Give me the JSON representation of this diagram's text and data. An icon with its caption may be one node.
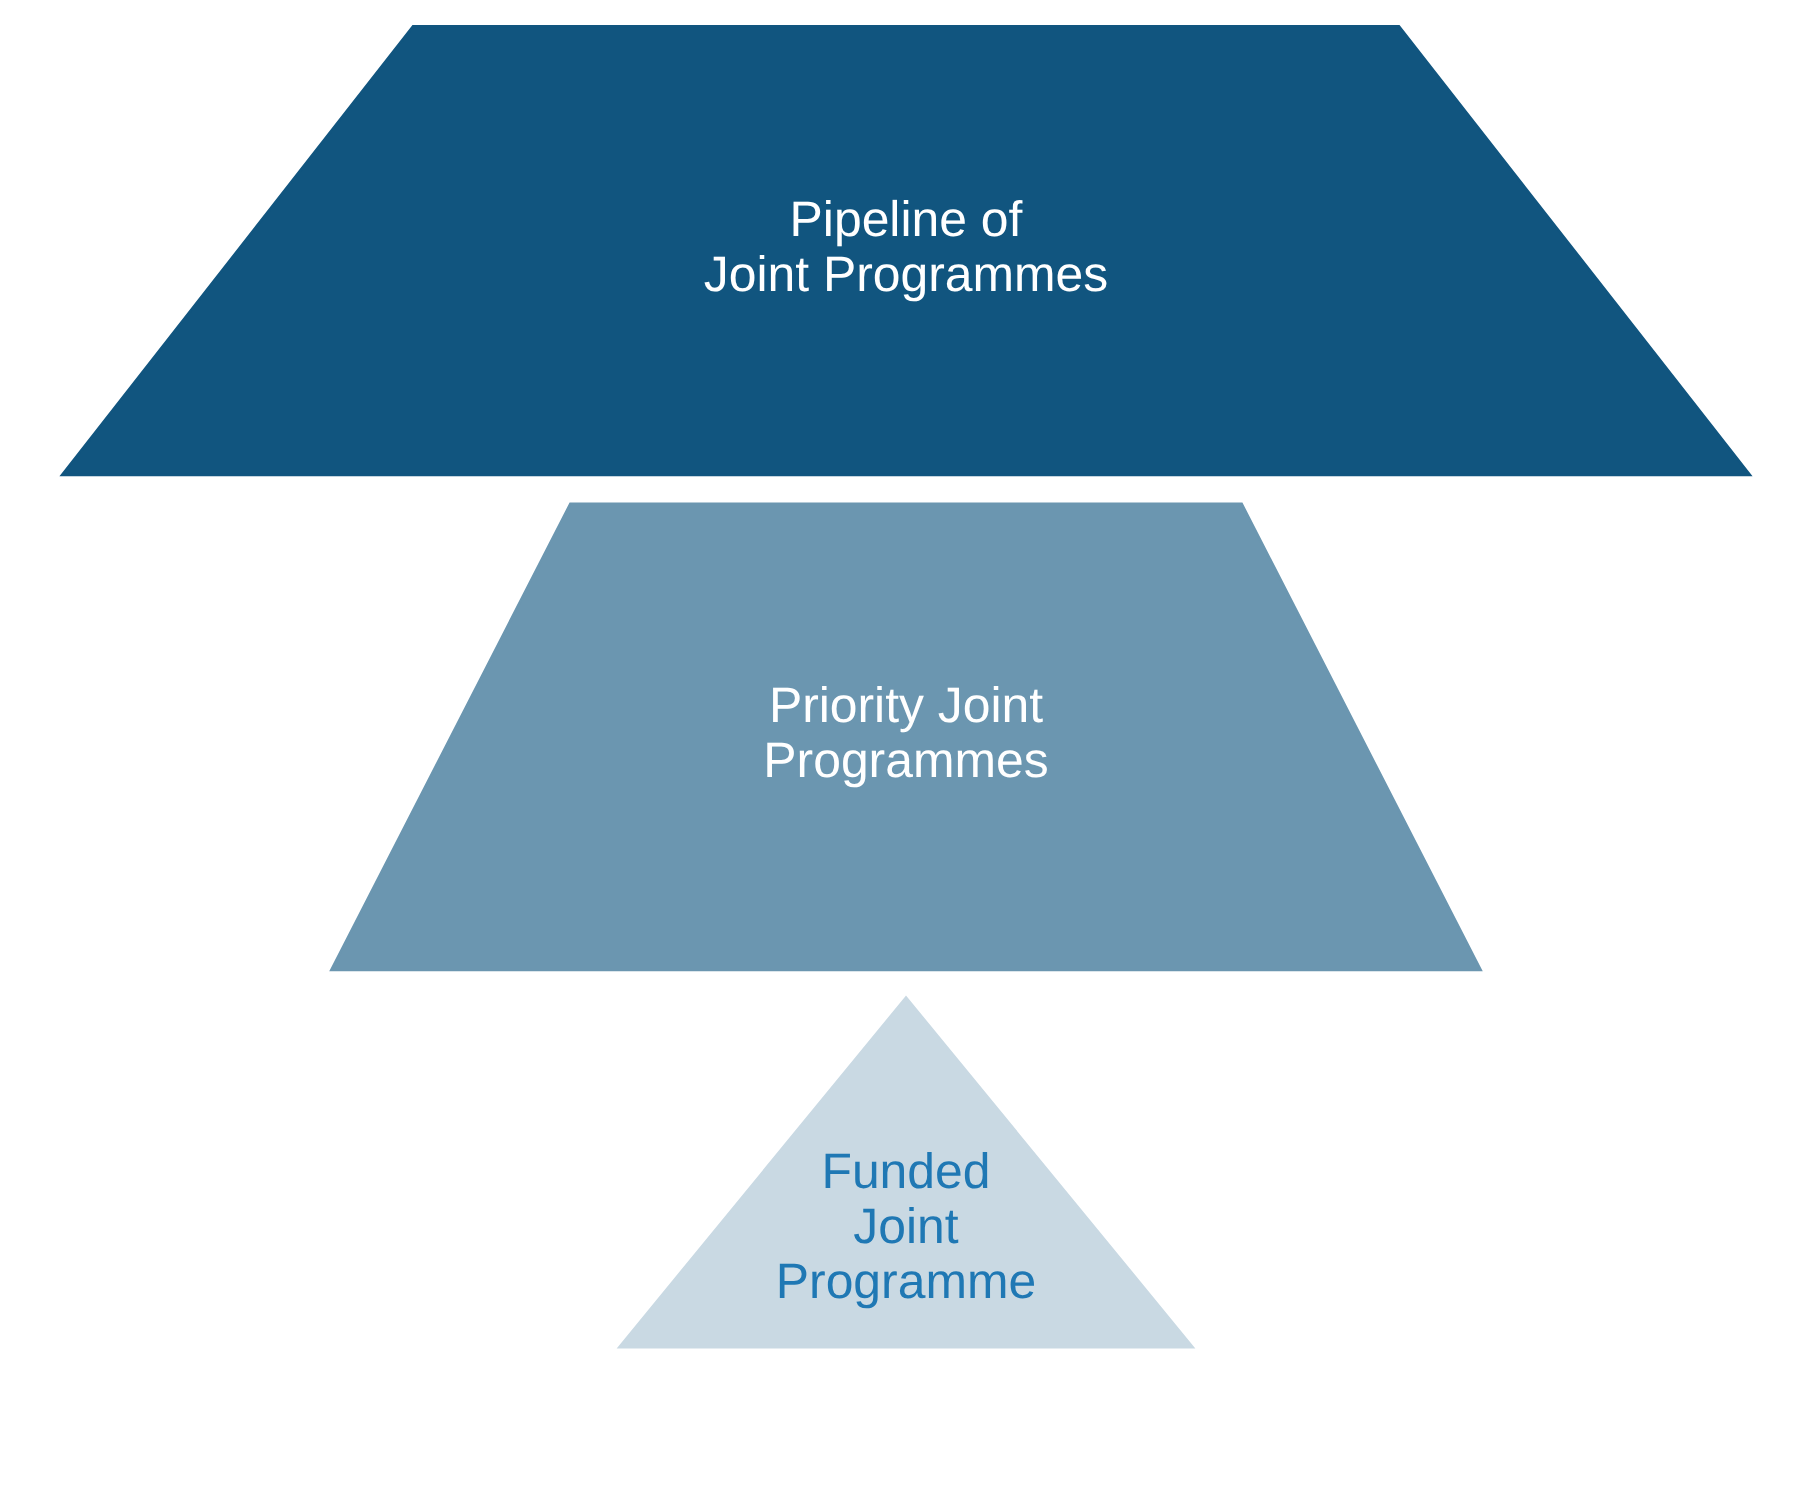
{
  "diagram": {
    "nodes": [
      {
        "text": [
          "Funded Joint Programme"
        ]
      },
      {
        "text": [
          "Priority Joint Programmes"
        ]
      },
      {
        "text": [
          "Pipeline of Joint Programmes"
        ]
      }
    ]
  }
}
